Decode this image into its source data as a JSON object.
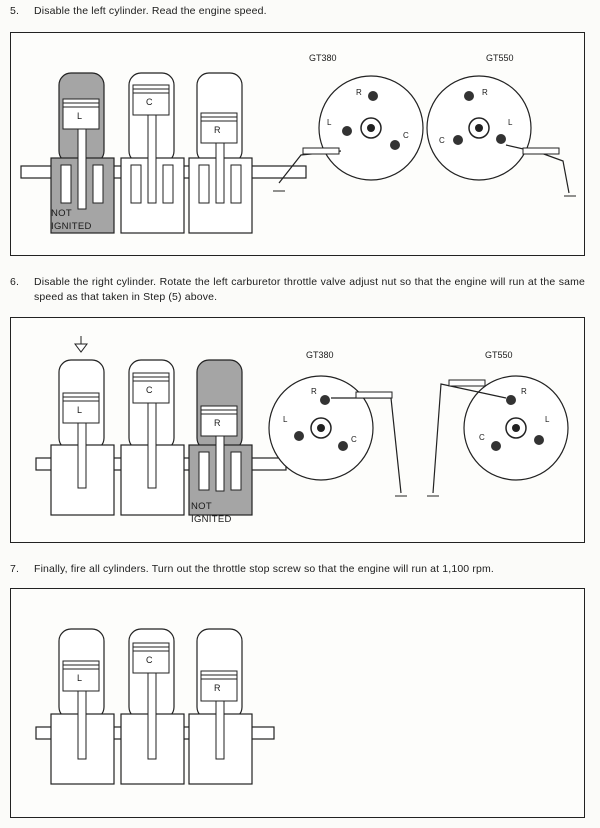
{
  "steps": [
    {
      "number": "5.",
      "text": "Disable the left cylinder.  Read the engine speed."
    },
    {
      "number": "6.",
      "text": "Disable the right cylinder.  Rotate the left carburetor throttle valve adjust nut so that the engine will run at the same speed as that taken in Step (5) above."
    },
    {
      "number": "7.",
      "text": "Finally, fire all cylinders.  Turn out the throttle stop screw so that the engine will run at 1,100 rpm."
    }
  ],
  "cylinder_labels": {
    "left": "L",
    "center": "C",
    "right": "R"
  },
  "models": {
    "gt380": "GT380",
    "gt550": "GT550"
  },
  "not_ignited": {
    "line1": "NOT",
    "line2": "IGNITED"
  },
  "colors": {
    "ink": "#222222",
    "shade": "#9a9a9a",
    "paper": "#fdfdfb"
  }
}
